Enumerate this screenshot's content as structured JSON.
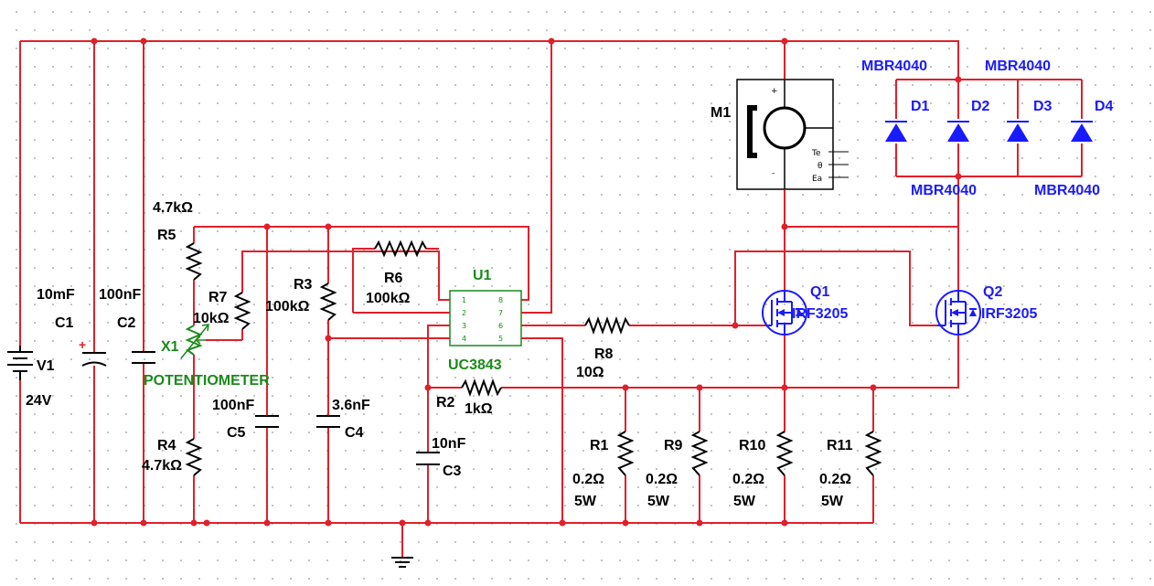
{
  "components": {
    "V1": {
      "ref": "V1",
      "value": "24V"
    },
    "C1": {
      "ref": "C1",
      "value": "10mF"
    },
    "C2": {
      "ref": "C2",
      "value": "100nF"
    },
    "R5": {
      "ref": "R5",
      "value": "4.7kΩ"
    },
    "R7": {
      "ref": "R7",
      "value": "10kΩ"
    },
    "X1": {
      "ref": "X1",
      "value": "POTENTIOMETER"
    },
    "R4": {
      "ref": "R4",
      "value": "4.7kΩ"
    },
    "C5": {
      "ref": "C5",
      "value": "100nF"
    },
    "R3": {
      "ref": "R3",
      "value": "100kΩ"
    },
    "C4": {
      "ref": "C4",
      "value": "3.6nF"
    },
    "R6": {
      "ref": "R6",
      "value": "100kΩ"
    },
    "U1": {
      "ref": "U1",
      "value": "UC3843",
      "pins": [
        "1",
        "2",
        "3",
        "4",
        "8",
        "7",
        "6",
        "5"
      ]
    },
    "R2": {
      "ref": "R2",
      "value": "1kΩ"
    },
    "C3": {
      "ref": "C3",
      "value": "10nF"
    },
    "R8": {
      "ref": "R8",
      "value": "10Ω"
    },
    "M1": {
      "ref": "M1",
      "plus": "+",
      "minus": "-",
      "outputs": [
        "Te",
        "θ",
        "Ea"
      ]
    },
    "D1": {
      "ref": "D1",
      "value": "MBR4040"
    },
    "D2": {
      "ref": "D2",
      "value": "MBR4040"
    },
    "D3": {
      "ref": "D3",
      "value": "MBR4040"
    },
    "D4": {
      "ref": "D4",
      "value": "MBR4040"
    },
    "Q1": {
      "ref": "Q1",
      "value": "IRF3205"
    },
    "Q2": {
      "ref": "Q2",
      "value": "IRF3205"
    },
    "R1": {
      "ref": "R1",
      "value": "0.2Ω",
      "power": "5W"
    },
    "R9": {
      "ref": "R9",
      "value": "0.2Ω",
      "power": "5W"
    },
    "R10": {
      "ref": "R10",
      "value": "0.2Ω",
      "power": "5W"
    },
    "R11": {
      "ref": "R11",
      "value": "0.2Ω",
      "power": "5W"
    }
  },
  "colors": {
    "wire": "#e0202a",
    "component": "#000000",
    "diode_mosfet": "#1a1aff",
    "ic": "#1a8a1a",
    "grid_dot": "#b4b4b4"
  }
}
